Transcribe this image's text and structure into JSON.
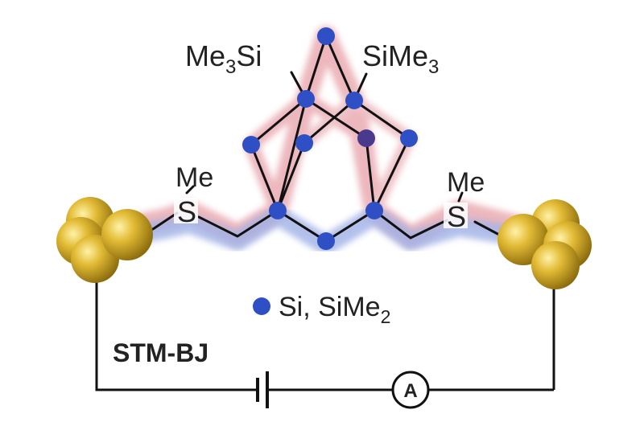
{
  "labels": {
    "top_left_group": {
      "main": "Me",
      "sub": "3",
      "tail": "Si"
    },
    "top_right_group": {
      "main": "SiMe",
      "sub": "3"
    },
    "left_methyl": "Me",
    "left_sulfur": "S",
    "right_methyl": "Me",
    "right_sulfur": "S",
    "legend": {
      "main": "Si, SiMe",
      "sub": "2"
    },
    "method": "STM-BJ",
    "ammeter": "A"
  },
  "colors": {
    "bond": "#111111",
    "silicon_atom": "#2f4fc4",
    "gold": "#c9a21f",
    "upper_path_glow": "#e8a6ad",
    "lower_path_glow": "#9fb0e6",
    "circuit": "#111111"
  }
}
